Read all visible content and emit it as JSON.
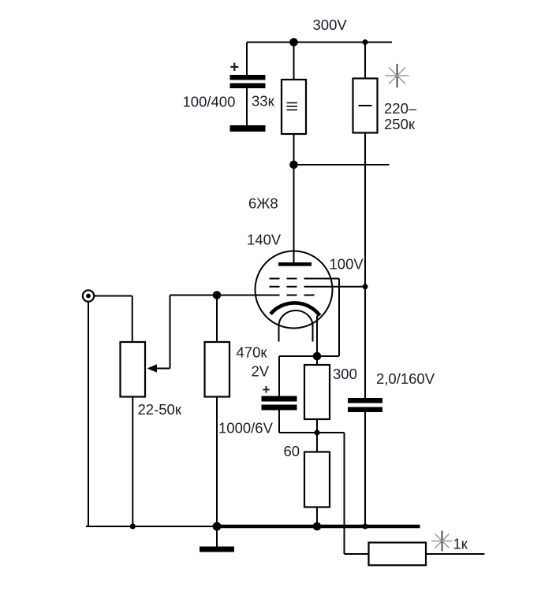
{
  "colors": {
    "ink": "#000000",
    "text": "#1c1c26",
    "asterisk_gray": "#969696"
  },
  "schematic": {
    "supply_voltage": "300V",
    "tube": {
      "type": "6Ж8",
      "plate_voltage": "140V",
      "screen_voltage": "100V",
      "cathode_voltage": "2V"
    },
    "components": {
      "filter_capacitor": "100/400",
      "filter_capacitor_polarity": "+",
      "plate_resistor": "33к",
      "screen_resistor_line1": "220–",
      "screen_resistor_line2": "250к",
      "grid_leak_resistor": "470к",
      "cathode_capacitor": "1000/6V",
      "cathode_capacitor_polarity": "+",
      "cathode_resistor_upper": "300",
      "screen_capacitor": "2,0/160V",
      "input_potentiometer": "22-50к",
      "cathode_resistor_lower": "60",
      "feedback_resistor": "1к"
    }
  }
}
